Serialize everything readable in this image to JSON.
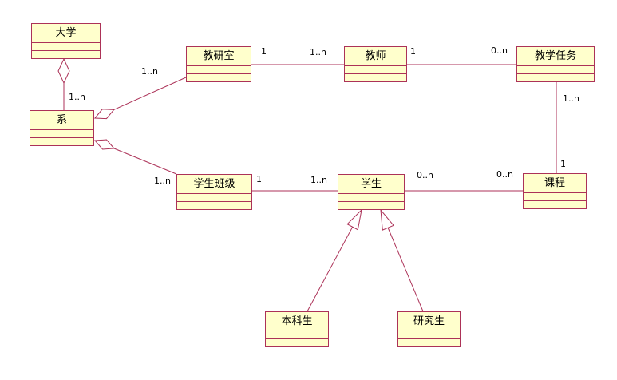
{
  "diagram": {
    "kind": "uml-class-diagram",
    "background_color": "#FFFFFF",
    "line_color": "#AC3258",
    "box_fill_color": "#FFFFCC",
    "text_color": "#000000"
  },
  "classes": {
    "university": {
      "name": "大学"
    },
    "department": {
      "name": "系"
    },
    "teaching_office": {
      "name": "教研室"
    },
    "teacher": {
      "name": "教师"
    },
    "teaching_task": {
      "name": "教学任务"
    },
    "course": {
      "name": "课程"
    },
    "student_class": {
      "name": "学生班级"
    },
    "student": {
      "name": "学生"
    },
    "undergraduate": {
      "name": "本科生"
    },
    "graduate": {
      "name": "研究生"
    }
  },
  "relations": {
    "university_department": {
      "type": "aggregation",
      "end_department": "1..n"
    },
    "department_teaching_office": {
      "type": "aggregation",
      "end_teaching_office": "1..n"
    },
    "department_student_class": {
      "type": "aggregation",
      "end_student_class": "1..n"
    },
    "teaching_office_teacher": {
      "type": "association",
      "end_teaching_office": "1",
      "end_teacher": "1..n"
    },
    "teacher_teaching_task": {
      "type": "association",
      "end_teacher": "1",
      "end_teaching_task": "0..n"
    },
    "teaching_task_course": {
      "type": "association",
      "end_teaching_task": "1..n",
      "end_course": "1"
    },
    "student_class_student": {
      "type": "association",
      "end_student_class": "1",
      "end_student": "1..n"
    },
    "student_course": {
      "type": "association",
      "end_student": "0..n",
      "end_course": "0..n"
    },
    "undergraduate_student": {
      "type": "generalization"
    },
    "graduate_student": {
      "type": "generalization"
    }
  }
}
